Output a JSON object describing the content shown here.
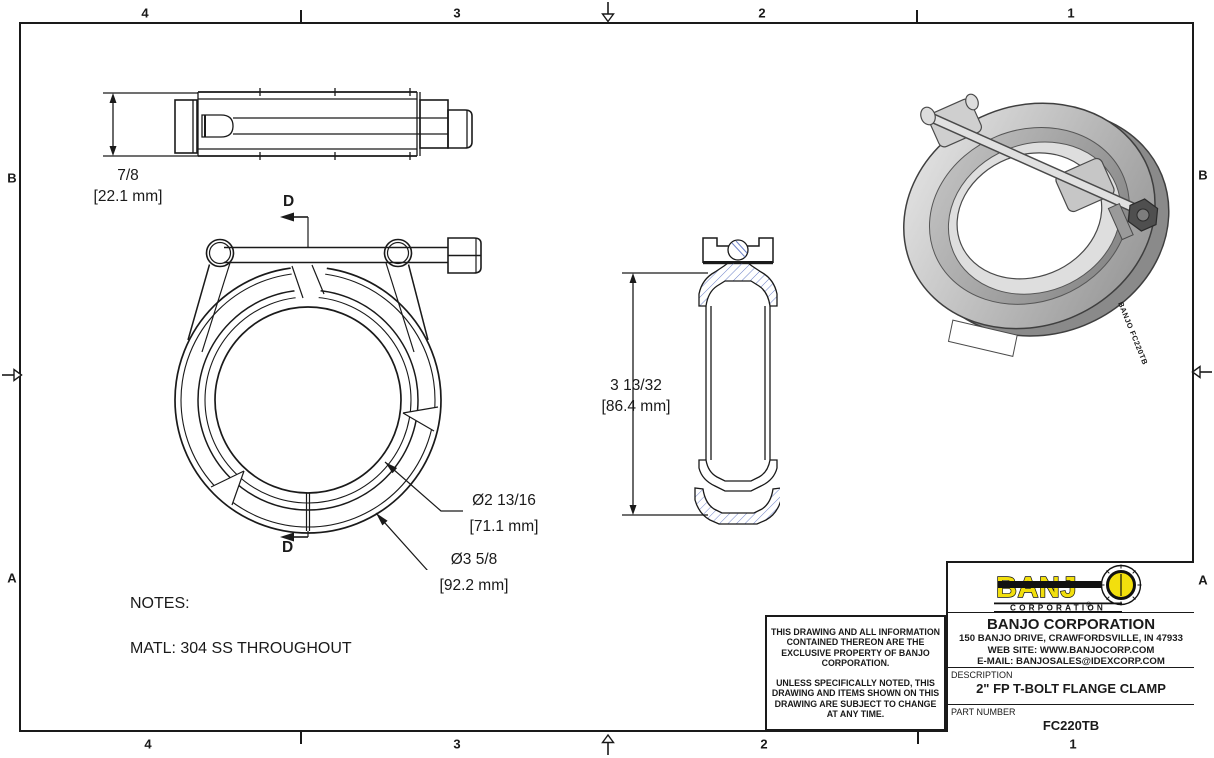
{
  "frame": {
    "zone_cols_top": [
      "4",
      "3",
      "2",
      "1"
    ],
    "zone_cols_bottom": [
      "4",
      "3",
      "2",
      "1"
    ],
    "zone_rows_left": [
      "B",
      "A"
    ],
    "zone_rows_right": [
      "B",
      "A"
    ]
  },
  "drawing": {
    "top_view": {
      "dim_thickness_fraction": "7/8",
      "dim_thickness_mm": "[22.1 mm]"
    },
    "front_view": {
      "section_label_top": "D",
      "section_label_bottom": "D",
      "dia_inner_fraction": "Ø2 13/16",
      "dia_inner_mm": "[71.1 mm]",
      "dia_outer_fraction": "Ø3 5/8",
      "dia_outer_mm": "[92.2 mm]"
    },
    "section_view": {
      "dim_height_fraction": "3 13/32",
      "dim_height_mm": "[86.4 mm]"
    },
    "iso_view": {
      "engraving": "BANJO FC220TB"
    }
  },
  "notes": {
    "heading": "NOTES:",
    "material": "MATL: 304 SS THROUGHOUT"
  },
  "disclaimer_block": {
    "paragraph1": "THIS DRAWING AND ALL INFORMATION CONTAINED THEREON ARE THE EXCLUSIVE PROPERTY OF BANJO CORPORATION.",
    "paragraph2": "UNLESS SPECIFICALLY NOTED, THIS DRAWING AND ITEMS SHOWN ON THIS DRAWING ARE SUBJECT TO CHANGE AT ANY TIME."
  },
  "title_block": {
    "logo": {
      "wordmark": "BANJ",
      "registered": "®",
      "strip": "CORPORATION"
    },
    "company_name": "BANJO CORPORATION",
    "address": "150 BANJO DRIVE, CRAWFORDSVILLE, IN 47933",
    "website": "WEB SITE: WWW.BANJOCORP.COM",
    "email": "E-MAIL: BANJOSALES@IDEXCORP.COM",
    "description_label": "DESCRIPTION",
    "description_value": "2\" FP T-BOLT FLANGE CLAMP",
    "part_number_label": "PART NUMBER",
    "part_number_value": "FC220TB"
  },
  "colors": {
    "line": "#1a1a1a",
    "hatch": "#6e82c8",
    "logo_yellow": "#f2df0d"
  }
}
